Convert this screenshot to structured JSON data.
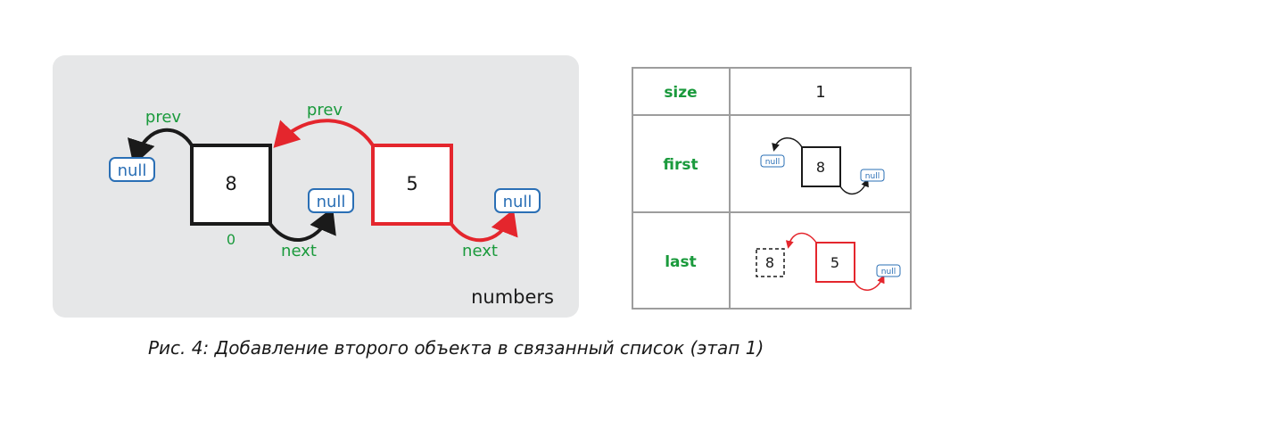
{
  "diagram": {
    "panel_label": "numbers",
    "nodes": [
      {
        "value": "8",
        "index": "0",
        "prev_label": "prev",
        "next_label": "next"
      },
      {
        "value": "5",
        "prev_label": "prev",
        "next_label": "next"
      }
    ],
    "null_label": "null"
  },
  "table": {
    "rows": [
      {
        "key": "size",
        "value": "1"
      },
      {
        "key": "first",
        "node_value": "8"
      },
      {
        "key": "last",
        "prev_value": "8",
        "node_value": "5"
      }
    ],
    "null_label": "null"
  },
  "caption": "Рис. 4: Добавление второго объекта в связанный список (этап 1)",
  "colors": {
    "panel": "#e6e7e8",
    "black": "#1a1a1a",
    "red": "#e4262d",
    "green": "#1a9a3c",
    "blue": "#2a6fb5",
    "grid": "#9d9d9d"
  }
}
